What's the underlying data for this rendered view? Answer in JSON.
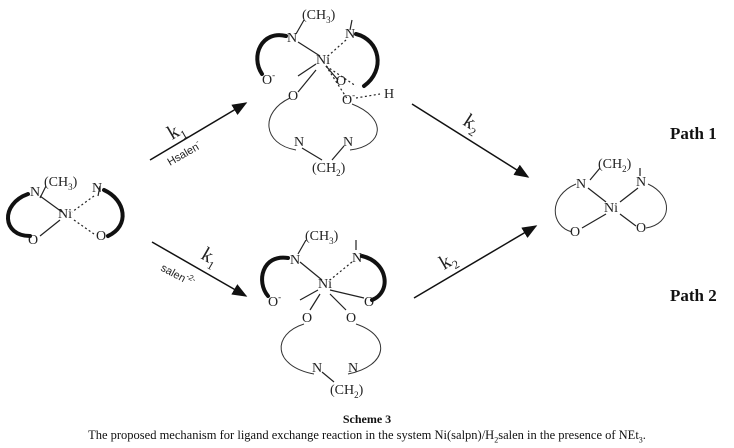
{
  "scheme": {
    "label": "Scheme 3",
    "caption": {
      "before": "The proposed mechanism for ligand exchange reaction in the system Ni(salpn)/H",
      "sub_h2": "2",
      "middle": "salen in the presence of NEt",
      "sub_net": "3",
      "end": "."
    }
  },
  "paths": {
    "path1": "Path 1",
    "path2": "Path 2"
  },
  "rate_constants": {
    "k_top_left": {
      "k": "k",
      "sub": "1"
    },
    "k_top_right": {
      "k": "k",
      "sub": "2"
    },
    "k_bottom_left": {
      "k": "k",
      "sub": "1"
    },
    "k_bottom_right": {
      "k": "k",
      "sub": "2"
    }
  },
  "reagents": {
    "top": {
      "base": "Hsalen",
      "sup": "-"
    },
    "bottom": {
      "base": "salen",
      "sup": "-2-"
    }
  },
  "atoms": {
    "ni": "Ni",
    "n": "N",
    "o": "O",
    "o_minus": "O",
    "h": "H",
    "minus": "-",
    "ch2": "(CH",
    "close": ")",
    "sub3": "3",
    "sub2": "2"
  }
}
